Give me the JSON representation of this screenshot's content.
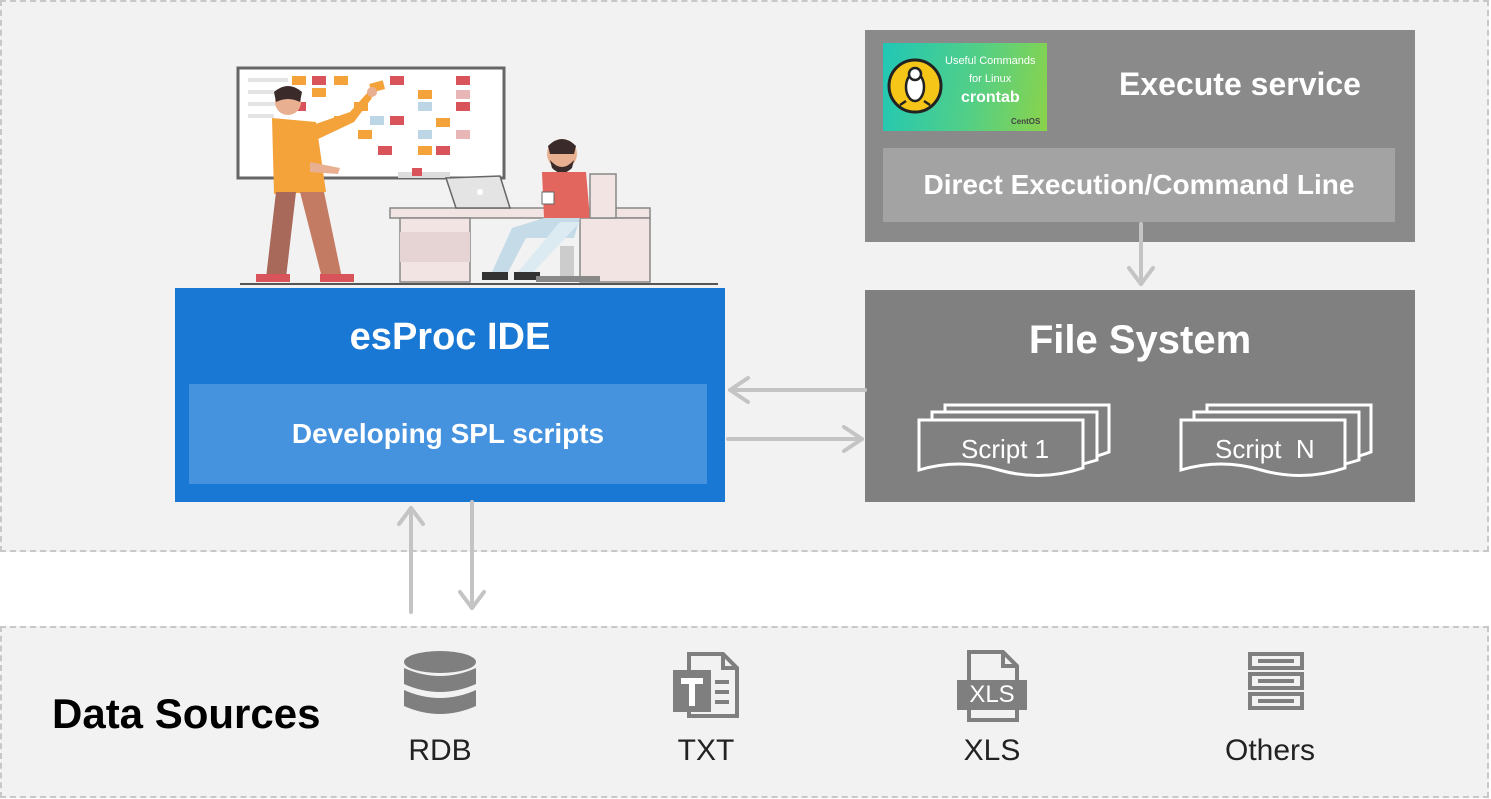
{
  "ide": {
    "title": "esProc IDE",
    "subtitle": "Developing SPL scripts",
    "color": "#1878d4",
    "inner_color": "#4592de"
  },
  "execute": {
    "title": "Execute service",
    "command": "Direct Execution/Command Line",
    "logo": {
      "line1": "Useful Commands",
      "line2": "for Linux",
      "name": "crontab",
      "brand": "CentOS",
      "icon": "linux-penguin-icon"
    }
  },
  "file_system": {
    "title": "File System",
    "scripts": [
      "Script 1",
      "Script  N"
    ]
  },
  "data_sources": {
    "title": "Data Sources",
    "items": [
      {
        "label": "RDB",
        "icon": "database-icon"
      },
      {
        "label": "TXT",
        "icon": "text-file-icon"
      },
      {
        "label": "XLS",
        "icon": "xls-file-icon",
        "badge": "XLS"
      },
      {
        "label": "Others",
        "icon": "server-stack-icon"
      }
    ]
  },
  "colors": {
    "arrow": "#c4c4c4",
    "panel_bg": "#f2f2f2",
    "gray_box": "#8a8a8a"
  }
}
